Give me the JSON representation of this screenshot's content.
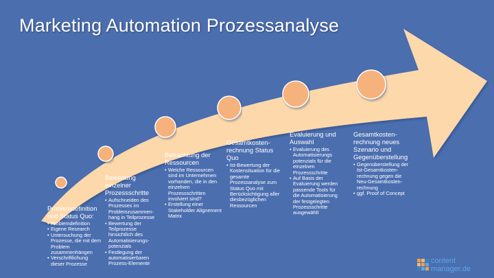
{
  "title": "Marketing Automation Prozessanalyse",
  "colors": {
    "background": "#4b6eaf",
    "arrow": "#fdd8ab",
    "circle": "#f6b27b",
    "text": "#ffffff",
    "logo_text": "#5aa8e6",
    "logo_orange": "#f0a23e",
    "logo_blue": "#3f7fc1"
  },
  "steps": [
    {
      "heading": "Problemdefinition und Status Quo:",
      "bullets": [
        "Problemdefinition",
        "Eigene Research",
        "Untersuchung der Prozesse, die mit dem Problem zusammenhängen",
        "Verschriftlichung dieser Prozesse"
      ]
    },
    {
      "heading": "Bewertung einzelner Prozessschritte",
      "bullets": [
        "Aufschneiden des Prozesses im Problemzusammen-hang in Teilprozesse",
        "Bewertung der Teilprozesse hinsichtlich des Automatisierungs-potenzials",
        "Festlegung der automatisierbaren Prozess-Elemente"
      ]
    },
    {
      "heading": "Betrachtung der Ressourcen",
      "bullets": [
        "Welche Ressourcen sind im Unternehmen vorhanden, die in den einzelnen Prozessschritten involviert sind?",
        "Erstellung einer Stakeholder Alignement Matrix"
      ]
    },
    {
      "heading": "Gesamtkosten-rechnung Status Quo",
      "bullets": [
        "Ist-Bewertung der Kostensituation für die gesamte Prozessanalyse zum Status Quo mit Berücksichtigung aller diesbezüglichen Ressourcen"
      ]
    },
    {
      "heading": "Evaluierung und Auswahl",
      "bullets": [
        "Evaluierung des Automatisierungs potenzials für die einzelnen Prozessschritte",
        "Auf Basis der Evaluierung werden passende Tools für die Automatisierung der festgelegten Prozessschritte ausgewählt"
      ]
    },
    {
      "heading": "Gesamtkosten-rechnung neues Szenario und Gegenüberstellung",
      "bullets": [
        "Gegenüberstellung der Ist-Gesamtkosten-rechnung gegen die Neu-Gesamtkosten-rechnung",
        "ggf. Proof of Concept"
      ]
    }
  ],
  "logo": {
    "line1": "content",
    "line2": "manager.de"
  }
}
